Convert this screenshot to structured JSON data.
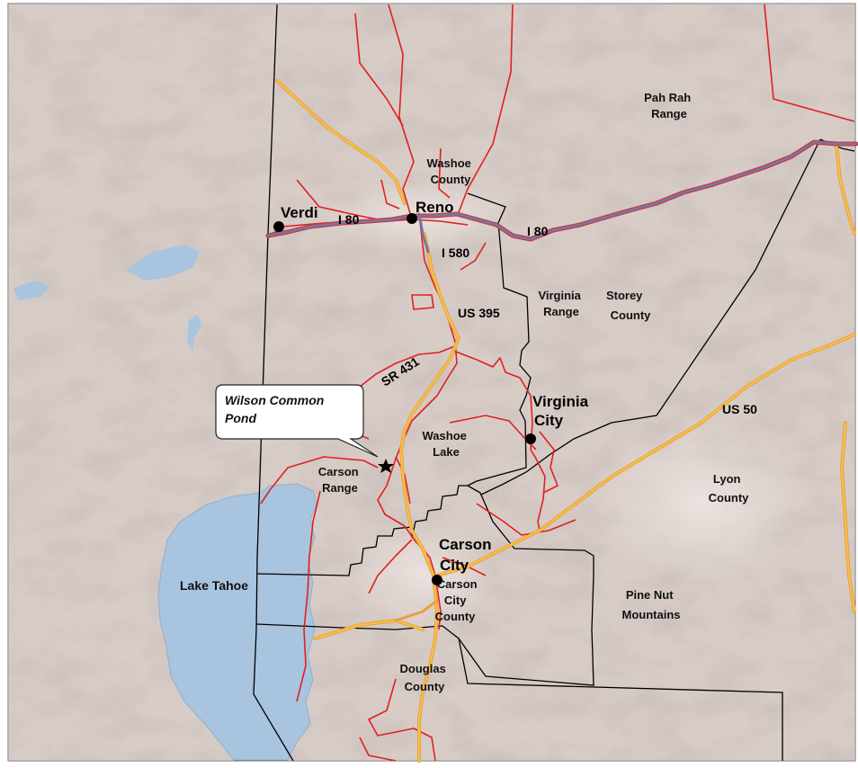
{
  "map": {
    "cities": [
      {
        "name": "Verdi"
      },
      {
        "name": "Reno"
      },
      {
        "name": "Virginia"
      },
      {
        "name": "City"
      },
      {
        "name": "Carson"
      },
      {
        "name": "City"
      }
    ],
    "roads": [
      "I 80",
      "I 80",
      "I 580",
      "US 395",
      "SR 431",
      "US 50"
    ],
    "regions": [
      {
        "lines": [
          "Pah Rah",
          "Range"
        ]
      },
      {
        "lines": [
          "Washoe",
          "County"
        ]
      },
      {
        "lines": [
          "Virginia",
          "Range"
        ]
      },
      {
        "lines": [
          "Storey",
          "County"
        ]
      },
      {
        "lines": [
          "Washoe",
          "Lake"
        ]
      },
      {
        "lines": [
          "Carson",
          "Range"
        ]
      },
      {
        "lines": [
          "Lyon",
          "County"
        ]
      },
      {
        "lines": [
          "Carson",
          "City",
          "County"
        ]
      },
      {
        "lines": [
          "Pine Nut",
          "Mountains"
        ]
      },
      {
        "lines": [
          "Douglas",
          "County"
        ]
      }
    ],
    "lake": "Lake Tahoe",
    "callout": {
      "lines": [
        "Wilson Common",
        "Pond"
      ]
    },
    "colors": {
      "terrain": "#d8ccc7",
      "water": "#a8c4df",
      "interstate": "#7d739d",
      "highway": "#f0a820",
      "local_road": "#e02020",
      "boundary": "#000000"
    }
  }
}
